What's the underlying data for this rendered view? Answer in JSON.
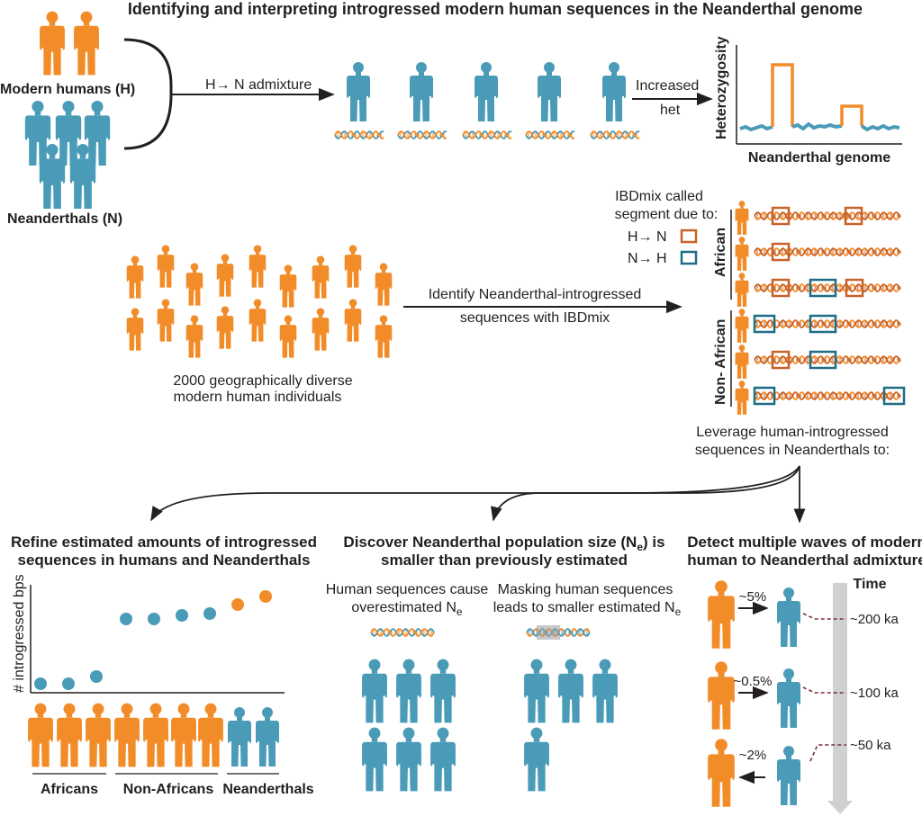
{
  "title": "Identifying and interpreting introgressed modern human sequences in the Neanderthal genome",
  "colors": {
    "human": "#f28c28",
    "neanderthal": "#4a9bb8",
    "h_to_n_box": "#c8622a",
    "n_to_h_box": "#1f6e86",
    "arrow": "#231f20",
    "time_bar": "#cfd0d2",
    "dash": "#7a2a3a"
  },
  "top": {
    "modern_humans_label": "Modern humans (H)",
    "neanderthals_label": "Neanderthals (N)",
    "admixture_label": "H→ N admixture",
    "increased_het_label_1": "Increased",
    "increased_het_label_2": "het",
    "heterozygosity_ylabel": "Heterozygosity",
    "neanderthal_genome_xlabel": "Neanderthal genome"
  },
  "middle": {
    "individuals_caption_1": "2000 geographically diverse",
    "individuals_caption_2": "modern human individuals",
    "identify_label_1": "Identify Neanderthal-introgressed",
    "identify_label_2": "sequences with IBDmix",
    "ibdmix_legend_1": "IBDmix called",
    "ibdmix_legend_2": "segment due to:",
    "legend_h_to_n": "H→ N",
    "legend_n_to_h": "N→ H",
    "african_label": "African",
    "non_african_label": "Non- African",
    "leverage_1": "Leverage human-introgressed",
    "leverage_2": "sequences in Neanderthals to:"
  },
  "panel1": {
    "title_1": "Refine estimated amounts of introgressed",
    "title_2": "sequences in humans and Neanderthals",
    "ylabel": "# introgressed bps",
    "group_labels": [
      "Africans",
      "Non-Africans",
      "Neanderthals"
    ]
  },
  "panel2": {
    "title_1": "Discover Neanderthal population size (N",
    "title_sub": "e",
    "title_1_end": ") is",
    "title_2": "smaller than previously estimated",
    "left_caption_1": "Human sequences cause",
    "left_caption_2": "overestimated N",
    "right_caption_1": "Masking human sequences",
    "right_caption_2": "leads to smaller estimated N",
    "subscript": "e"
  },
  "panel3": {
    "title_1": "Detect multiple waves of modern",
    "title_2": "human to Neanderthal admixture",
    "time_label": "Time",
    "waves": [
      {
        "percent": "~5%",
        "age": "~200 ka"
      },
      {
        "percent": "~0.5%",
        "age": "~100 ka"
      },
      {
        "percent": "~2%",
        "age": "~50 ka"
      }
    ]
  }
}
